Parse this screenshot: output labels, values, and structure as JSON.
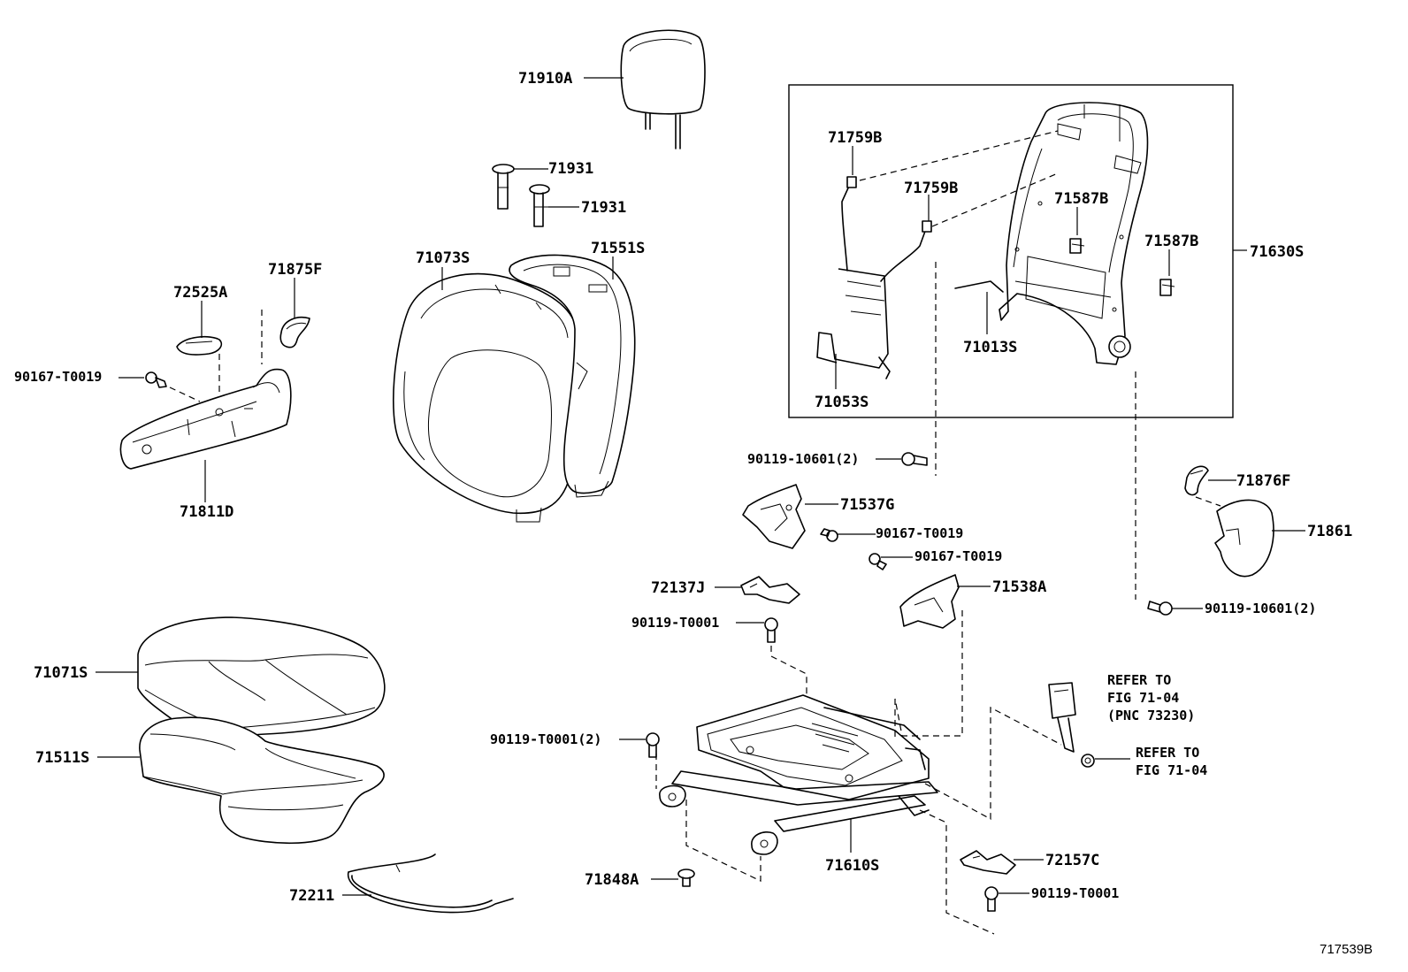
{
  "labels": {
    "p71910A": "71910A",
    "p71931a": "71931",
    "p71931b": "71931",
    "p71073S": "71073S",
    "p71551S": "71551S",
    "p72525A": "72525A",
    "p71875F": "71875F",
    "p90167a": "90167-T0019",
    "p71811D": "71811D",
    "p71759Ba": "71759B",
    "p71759Bb": "71759B",
    "p71587Ba": "71587B",
    "p71587Bb": "71587B",
    "p71630S": "71630S",
    "p71013S": "71013S",
    "p71053S": "71053S",
    "p90119_10601a": "90119-10601(2)",
    "p71537G": "71537G",
    "p90167b": "90167-T0019",
    "p90167c": "90167-T0019",
    "p71876F": "71876F",
    "p71861": "71861",
    "p72137J": "72137J",
    "p71538A": "71538A",
    "p90119_10601b": "90119-10601(2)",
    "p90119_T0001a": "90119-T0001",
    "p71071S": "71071S",
    "p71511S": "71511S",
    "p90119_T0001b": "90119-T0001(2)",
    "p71848A": "71848A",
    "p71610S": "71610S",
    "p72157C": "72157C",
    "p90119_T0001c": "90119-T0001",
    "p72211": "72211"
  },
  "refer1": {
    "line1": "REFER TO",
    "line2": "FIG 71-04",
    "line3": "(PNC 73230)"
  },
  "refer2": {
    "line1": "REFER TO",
    "line2": "FIG 71-04"
  },
  "diagram_id": "717539B"
}
